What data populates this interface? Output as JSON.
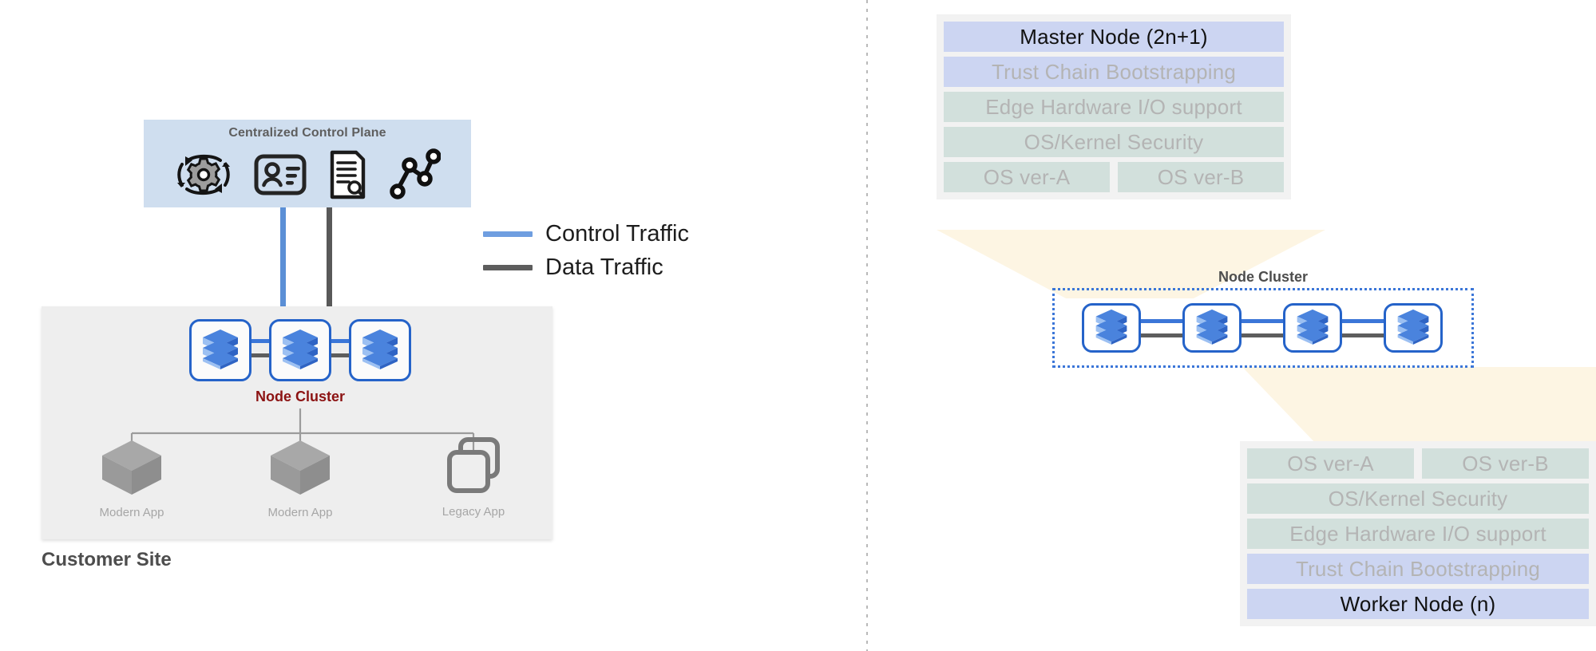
{
  "left_panel": {
    "control_plane": {
      "title": "Centralized Control Plane",
      "icons": [
        "automation-gear-icon",
        "identity-card-icon",
        "document-search-icon",
        "topology-graph-icon"
      ],
      "bg_color": "#cfdeef"
    },
    "legend": {
      "items": [
        {
          "label": "Control Traffic",
          "color": "#6f9ee0"
        },
        {
          "label": "Data Traffic",
          "color": "#5d5d5d"
        }
      ]
    },
    "site": {
      "label": "Customer Site",
      "bg_color": "#eeeeee",
      "node_cluster_label": "Node Cluster",
      "node_cluster_label_color": "#8c1313",
      "nodes": [
        "server-stack-icon",
        "server-stack-icon",
        "server-stack-icon"
      ],
      "apps": [
        {
          "label": "Modern App",
          "icon": "cube-icon"
        },
        {
          "label": "Modern App",
          "icon": "cube-icon"
        },
        {
          "label": "Legacy App",
          "icon": "windows-stack-icon"
        }
      ]
    }
  },
  "right_panel": {
    "master_stack": {
      "rows": [
        {
          "label": "Master Node (2n+1)",
          "style": "blue-dark"
        },
        {
          "label": "Trust Chain Bootstrapping",
          "style": "blue-mute"
        },
        {
          "label": "Edge Hardware I/O support",
          "style": "green-mute"
        },
        {
          "label": "OS/Kernel Security",
          "style": "green-mute"
        }
      ],
      "split_row": [
        {
          "label": "OS ver-A",
          "style": "green-mute"
        },
        {
          "label": "OS ver-B",
          "style": "green-mute"
        }
      ]
    },
    "node_cluster": {
      "label": "Node Cluster",
      "nodes": [
        "server-stack-icon",
        "server-stack-icon",
        "server-stack-icon",
        "server-stack-icon"
      ],
      "border_color": "#3b76d8"
    },
    "worker_stack": {
      "split_row": [
        {
          "label": "OS ver-A",
          "style": "green-mute"
        },
        {
          "label": "OS ver-B",
          "style": "green-mute"
        }
      ],
      "rows": [
        {
          "label": "OS/Kernel Security",
          "style": "green-mute"
        },
        {
          "label": "Edge Hardware I/O support",
          "style": "green-mute"
        },
        {
          "label": "Trust Chain Bootstrapping",
          "style": "blue-mute"
        },
        {
          "label": "Worker Node (n)",
          "style": "blue-dark"
        }
      ]
    },
    "funnel_color": "#fdf5e3"
  }
}
